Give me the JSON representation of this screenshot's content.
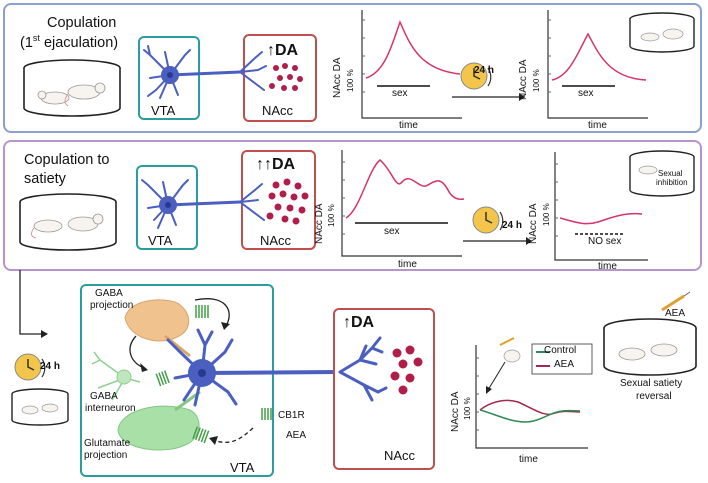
{
  "colors": {
    "row1_border": "#8aa0cf",
    "row2_border": "#b894cc",
    "vta_border": "#2a9d9d",
    "nacc_border": "#c0504d",
    "neuron": "#4a5fbf",
    "dopamine": "#b01f4a",
    "trace": "#d6336c",
    "control": "#2e8b57",
    "aea": "#a3284d",
    "gaba": "#f0c38e",
    "glutamate": "#a8e0a8",
    "receptor": "#43a047",
    "clock": "#f3c64b"
  },
  "row1": {
    "title_line1": "Copulation",
    "title_line2_pre": "(1",
    "title_line2_sup": "st",
    "title_line2_post": " ejaculation)",
    "vta": "VTA",
    "nacc": "NAcc",
    "da": "DA",
    "graph1": {
      "ylabel": "NAcc DA",
      "tick": "100 %",
      "event": "sex",
      "xlabel": "time"
    },
    "clock": "24 h",
    "graph2": {
      "ylabel": "NAcc DA",
      "tick": "100 %",
      "event": "sex",
      "xlabel": "time"
    }
  },
  "row2": {
    "title_line1": "Copulation to",
    "title_line2": "satiety",
    "vta": "VTA",
    "nacc": "NAcc",
    "da": "DA",
    "graph1": {
      "ylabel": "NAcc DA",
      "tick": "100 %",
      "event": "sex",
      "xlabel": "time"
    },
    "clock": "24 h",
    "graph2": {
      "ylabel": "NAcc DA",
      "tick": "100 %",
      "event": "NO sex",
      "xlabel": "time"
    },
    "inhibition_line1": "Sexual",
    "inhibition_line2": "inhibition"
  },
  "row3": {
    "clock": "24 h",
    "gaba_proj_line1": "GABA",
    "gaba_proj_line2": "projection",
    "gaba_int_line1": "GABA",
    "gaba_int_line2": "interneuron",
    "glut_line1": "Glutamate",
    "glut_line2": "projection",
    "vta": "VTA",
    "cb1r": "CB1R",
    "aea_label": "AEA",
    "da": "DA",
    "nacc": "NAcc",
    "graph": {
      "ylabel": "NAcc DA",
      "tick": "100 %",
      "xlabel": "time",
      "legend": [
        {
          "name": "Control",
          "color": "#2e8b57"
        },
        {
          "name": "AEA",
          "color": "#a3284d"
        }
      ]
    },
    "syringe_label": "AEA",
    "reversal_line1": "Sexual satiety",
    "reversal_line2": "reversal"
  }
}
